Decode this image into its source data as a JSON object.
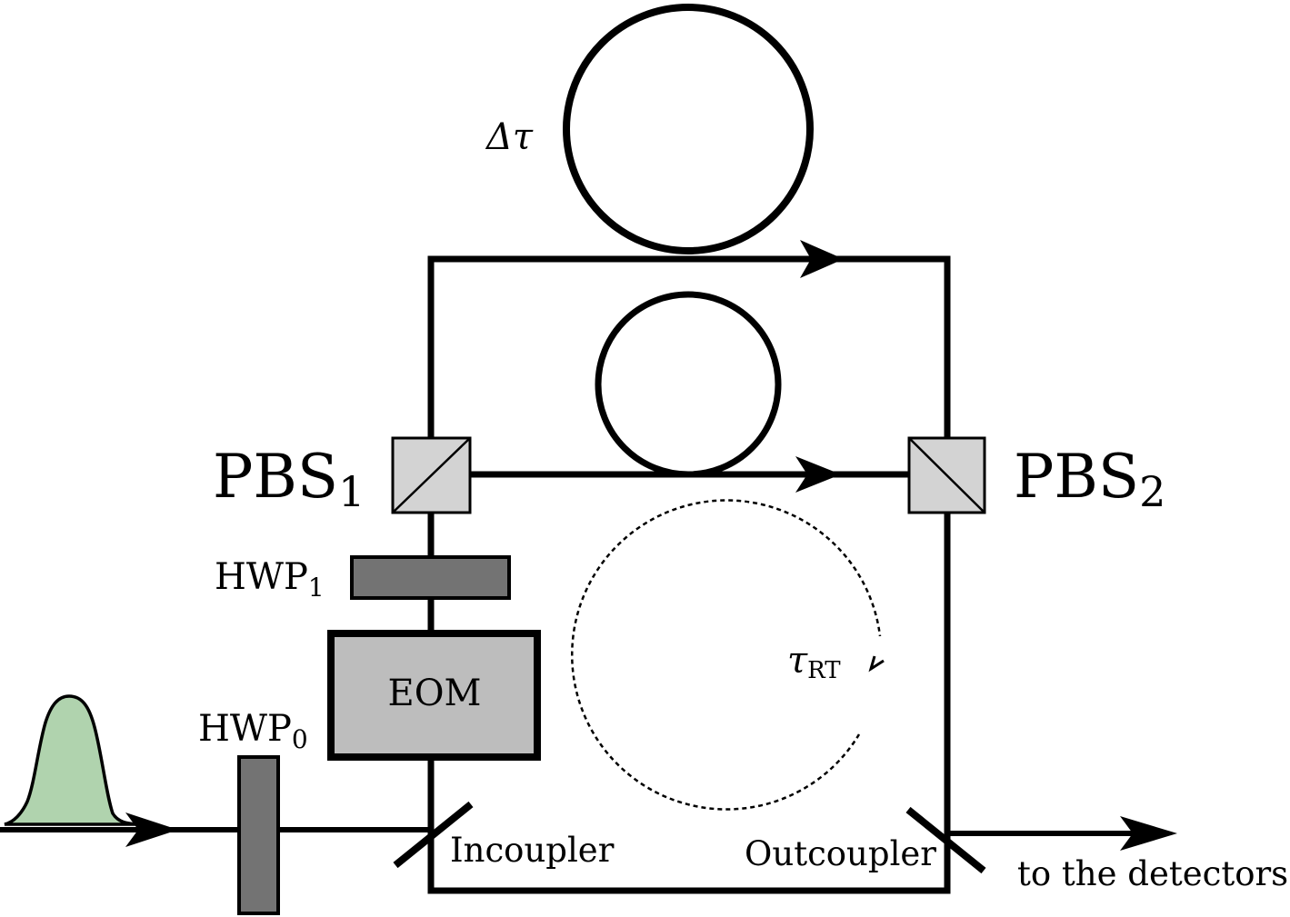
{
  "labels": {
    "delta_tau": "Δτ",
    "pbs1_main": "PBS",
    "pbs1_sub": "1",
    "pbs2_main": "PBS",
    "pbs2_sub": "2",
    "hwp1_main": "HWP",
    "hwp1_sub": "1",
    "hwp0_main": "HWP",
    "hwp0_sub": "0",
    "eom": "EOM",
    "tau_main": "τ",
    "tau_sub": "RT",
    "incoupler": "Incoupler",
    "outcoupler": "Outcoupler",
    "detectors": "to the detectors"
  },
  "colors": {
    "line": "#000000",
    "pulse_fill": "#b0d3ae",
    "pbs_fill": "#d3d3d3",
    "hwp_fill": "#737373",
    "eom_fill": "#bdbdbd"
  }
}
